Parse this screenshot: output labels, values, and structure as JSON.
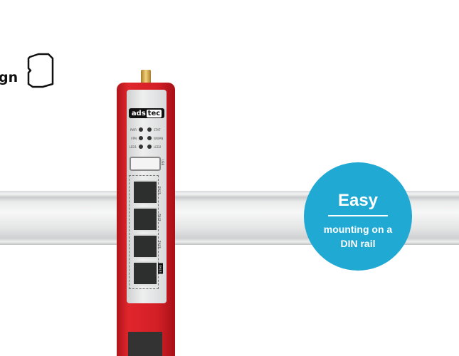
{
  "partial_heading": "gn",
  "device": {
    "brand_left": "ads",
    "brand_right": "tec",
    "leds": [
      [
        "PWR",
        "STAT"
      ],
      [
        "VPN",
        "WWAN"
      ],
      [
        "LED1",
        "LED2"
      ]
    ],
    "usb_label": "USB",
    "ports": [
      "ETH3",
      "ETH2",
      "ETH1",
      "ETH0"
    ]
  },
  "badge": {
    "title": "Easy",
    "subtitle_line1": "mounting on a",
    "subtitle_line2": "DIN rail",
    "color": "#1fa9d3"
  }
}
